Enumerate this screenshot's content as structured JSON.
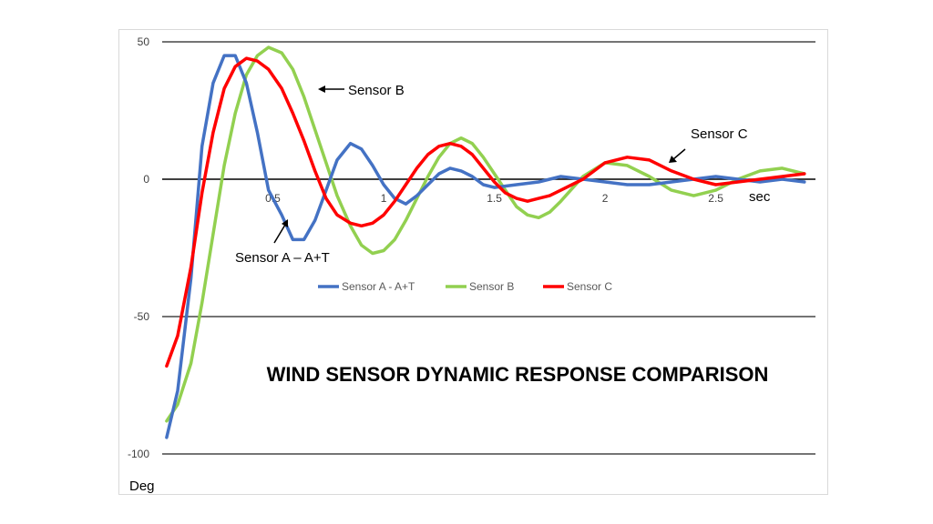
{
  "chart_data": {
    "type": "line",
    "title": "WIND SENSOR DYNAMIC RESPONSE COMPARISON",
    "xlabel": "sec",
    "ylabel": "Deg",
    "xlim": [
      0,
      2.95
    ],
    "ylim": [
      -100,
      50
    ],
    "x_ticks": [
      {
        "value": 0.5,
        "label": "0.5"
      },
      {
        "value": 1,
        "label": "1"
      },
      {
        "value": 1.5,
        "label": "1.5"
      },
      {
        "value": 2,
        "label": "2"
      },
      {
        "value": 2.5,
        "label": "2.5"
      }
    ],
    "y_ticks": [
      {
        "value": 50,
        "label": "50"
      },
      {
        "value": 0,
        "label": "0"
      },
      {
        "value": -50,
        "label": "-50"
      },
      {
        "value": -100,
        "label": "-100"
      }
    ],
    "grid": true,
    "legend": "center",
    "series": [
      {
        "name": "Sensor A - A+T",
        "color": "#4472c4",
        "x": [
          0.02,
          0.07,
          0.13,
          0.18,
          0.23,
          0.28,
          0.33,
          0.38,
          0.43,
          0.48,
          0.54,
          0.59,
          0.64,
          0.69,
          0.74,
          0.79,
          0.85,
          0.9,
          0.95,
          1.0,
          1.05,
          1.1,
          1.15,
          1.2,
          1.25,
          1.3,
          1.35,
          1.4,
          1.45,
          1.5,
          1.6,
          1.7,
          1.8,
          1.9,
          2.0,
          2.1,
          2.2,
          2.3,
          2.4,
          2.5,
          2.6,
          2.7,
          2.8,
          2.9
        ],
        "y": [
          -94,
          -77,
          -36,
          12,
          35,
          45,
          45,
          35,
          17,
          -4,
          -13,
          -22,
          -22,
          -15,
          -4,
          7,
          13,
          11,
          5,
          -2,
          -7,
          -9,
          -6,
          -2,
          2,
          4,
          3,
          1,
          -2,
          -3,
          -2,
          -1,
          1,
          0,
          -1,
          -2,
          -2,
          -1,
          0,
          1,
          0,
          -1,
          0,
          -1
        ]
      },
      {
        "name": "Sensor B",
        "color": "#92d050",
        "x": [
          0.02,
          0.07,
          0.13,
          0.18,
          0.23,
          0.28,
          0.33,
          0.38,
          0.43,
          0.48,
          0.54,
          0.59,
          0.64,
          0.69,
          0.74,
          0.79,
          0.85,
          0.9,
          0.95,
          1.0,
          1.05,
          1.1,
          1.15,
          1.2,
          1.25,
          1.3,
          1.35,
          1.4,
          1.45,
          1.5,
          1.55,
          1.6,
          1.65,
          1.7,
          1.75,
          1.8,
          1.9,
          2.0,
          2.1,
          2.2,
          2.3,
          2.4,
          2.5,
          2.6,
          2.7,
          2.8,
          2.9
        ],
        "y": [
          -88,
          -82,
          -67,
          -45,
          -20,
          5,
          24,
          38,
          45,
          48,
          46,
          40,
          30,
          18,
          6,
          -6,
          -17,
          -24,
          -27,
          -26,
          -22,
          -15,
          -7,
          1,
          8,
          13,
          15,
          13,
          8,
          2,
          -4,
          -10,
          -13,
          -14,
          -12,
          -8,
          1,
          6,
          5,
          1,
          -4,
          -6,
          -4,
          0,
          3,
          4,
          2
        ]
      },
      {
        "name": "Sensor C",
        "color": "#ff0000",
        "x": [
          0.02,
          0.07,
          0.13,
          0.18,
          0.23,
          0.28,
          0.33,
          0.38,
          0.43,
          0.48,
          0.54,
          0.59,
          0.64,
          0.69,
          0.74,
          0.79,
          0.85,
          0.9,
          0.95,
          1.0,
          1.05,
          1.1,
          1.15,
          1.2,
          1.25,
          1.3,
          1.35,
          1.4,
          1.45,
          1.5,
          1.55,
          1.6,
          1.65,
          1.7,
          1.75,
          1.8,
          1.9,
          2.0,
          2.1,
          2.2,
          2.3,
          2.4,
          2.5,
          2.6,
          2.7,
          2.8,
          2.9
        ],
        "y": [
          -68,
          -57,
          -32,
          -5,
          17,
          33,
          41,
          44,
          43,
          40,
          33,
          24,
          14,
          3,
          -7,
          -13,
          -16,
          -17,
          -16,
          -13,
          -8,
          -2,
          4,
          9,
          12,
          13,
          12,
          9,
          4,
          -1,
          -5,
          -7,
          -8,
          -7,
          -6,
          -4,
          0,
          6,
          8,
          7,
          3,
          0,
          -2,
          -1,
          0,
          1,
          2
        ]
      }
    ],
    "annotations": [
      {
        "text": "Sensor B"
      },
      {
        "text": "Sensor C"
      },
      {
        "text": "Sensor A – A+T"
      }
    ]
  }
}
